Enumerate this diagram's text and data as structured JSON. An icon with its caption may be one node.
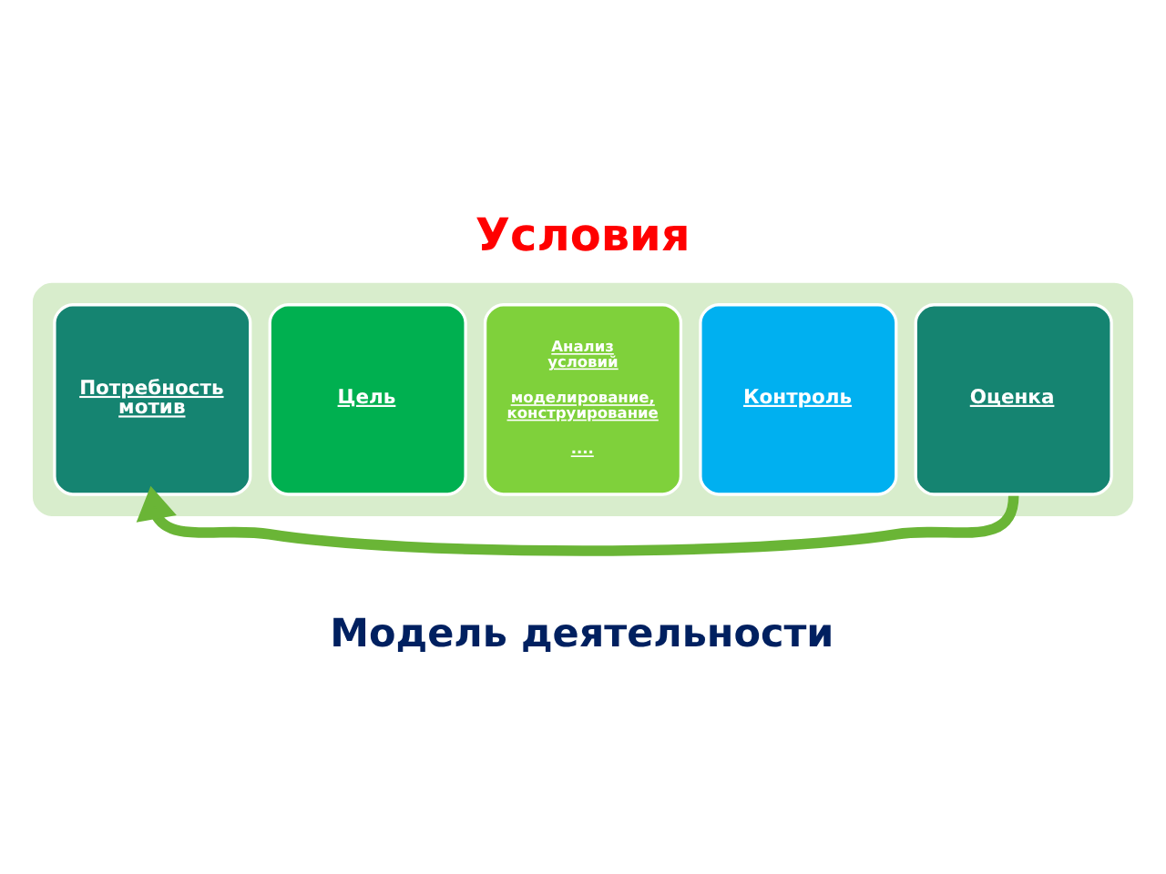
{
  "diagram": {
    "title": "Условия",
    "caption": "Модель деятельности",
    "nodes": [
      {
        "text": [],
        "shape": "arrow"
      },
      {
        "text": [
          "Потребность мотив"
        ],
        "in": 0
      },
      {
        "text": [
          "Цель"
        ],
        "in": 0
      },
      {
        "text": [
          "Анализ условий",
          "моделирование, конструирование",
          "...."
        ],
        "in": 0
      },
      {
        "text": [
          "Контроль"
        ],
        "in": 0
      },
      {
        "text": [
          "Оценка"
        ],
        "in": 0
      }
    ],
    "edges": [
      {
        "from": 5,
        "to": 1,
        "arrow": "to"
      }
    ]
  }
}
